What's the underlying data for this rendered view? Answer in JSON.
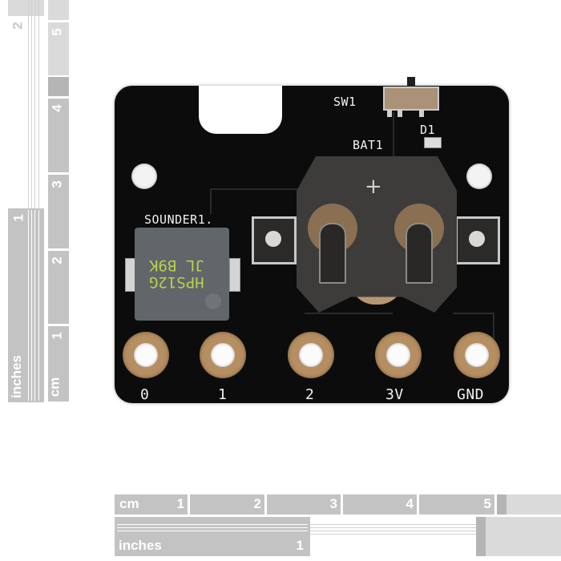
{
  "scene": {
    "subject": "micro:bit battery and buzzer breakout PCB",
    "colors": {
      "pcb": "#0c0c0c",
      "silkscreen": "#f2f2f2",
      "copper_pad": "#b58e62",
      "ruler_gray": "#c3c3c3",
      "sounder_body": "#61666a",
      "sounder_marking": "#b8d24a"
    }
  },
  "board": {
    "labels": {
      "switch": "SW1",
      "battery": "BAT1",
      "led": "D1",
      "sounder": "SOUNDER1."
    },
    "sounder_marking": {
      "line1": "JL B9K",
      "line2": "HPS12G"
    },
    "battery_polarity": "+",
    "pins": [
      {
        "label": "0"
      },
      {
        "label": "1"
      },
      {
        "label": "2"
      },
      {
        "label": "3V"
      },
      {
        "label": "GND"
      }
    ]
  },
  "rulers": {
    "left": {
      "cm_label": "cm",
      "inch_label": "inches",
      "cm_marks": [
        "1",
        "2",
        "3",
        "4",
        "5"
      ],
      "inch_marks": [
        "1",
        "2"
      ]
    },
    "bottom": {
      "cm_label": "cm",
      "inch_label": "inches",
      "cm_marks": [
        "1",
        "2",
        "3",
        "4",
        "5"
      ],
      "inch_marks": [
        "1"
      ]
    }
  }
}
